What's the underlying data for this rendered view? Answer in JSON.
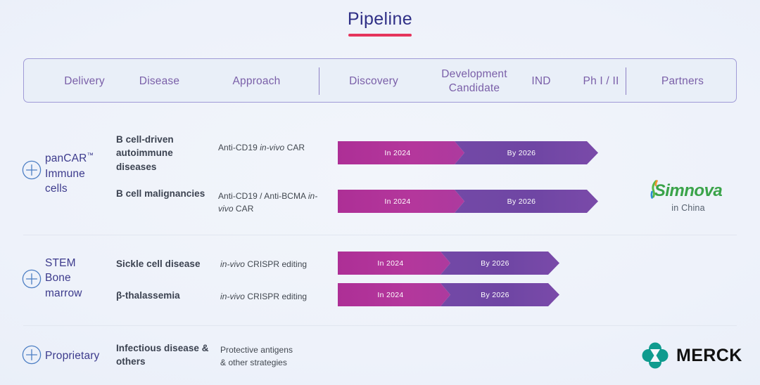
{
  "page": {
    "title": "Pipeline",
    "background_color": "#eef2fa",
    "title_color": "#2f2f86",
    "title_underline_color": "#e5355c"
  },
  "header": {
    "border_color": "#9f9ad6",
    "text_color": "#7a5fa8",
    "columns": [
      {
        "label": "Delivery"
      },
      {
        "label": "Disease"
      },
      {
        "label": "Approach"
      },
      {
        "label": "Discovery"
      },
      {
        "label_line1": "Development",
        "label_line2": "Candidate"
      },
      {
        "label": "IND"
      },
      {
        "label": "Ph I / II"
      },
      {
        "label": "Partners"
      }
    ]
  },
  "legend": {
    "stage_1": "In 2024",
    "stage_2": "By 2026",
    "stage_1_color": "#b0359a",
    "stage_2_color": "#7349a6"
  },
  "sections": [
    {
      "delivery": {
        "icon": "plus-circle-icon",
        "line1": "panCAR",
        "trademark": "™",
        "line2": "Immune",
        "line3": "cells"
      },
      "rows": [
        {
          "disease": "B cell-driven autoimmune diseases",
          "approach_pre": "Anti-CD19 ",
          "approach_italic": "in-vivo",
          "approach_post": " CAR",
          "bar": {
            "stage_1": "In 2024",
            "stage_2": "By 2026"
          }
        },
        {
          "disease": "B cell malignancies",
          "approach_pre": "Anti-CD19 / Anti-BCMA ",
          "approach_italic": "in-vivo",
          "approach_post": " CAR",
          "bar": {
            "stage_1": "In 2024",
            "stage_2": "By 2026"
          }
        }
      ],
      "partner": {
        "name": "Simnova",
        "sub": "in China"
      }
    },
    {
      "delivery": {
        "icon": "plus-circle-icon",
        "line1": "STEM",
        "line2": "Bone",
        "line3": "marrow"
      },
      "rows": [
        {
          "disease": "Sickle cell disease",
          "approach_pre": "",
          "approach_italic": "in-vivo",
          "approach_post": " CRISPR editing",
          "bar": {
            "stage_1": "In 2024",
            "stage_2": "By 2026"
          }
        },
        {
          "disease": "β-thalassemia",
          "approach_pre": "",
          "approach_italic": "in-vivo",
          "approach_post": " CRISPR editing",
          "bar": {
            "stage_1": "In 2024",
            "stage_2": "By 2026"
          }
        }
      ],
      "partner": null
    },
    {
      "delivery": {
        "icon": "plus-circle-icon",
        "line1": "Proprietary"
      },
      "rows": [
        {
          "disease": "Infectious disease & others",
          "approach_line1": "Protective antigens",
          "approach_line2": "& other strategies"
        }
      ],
      "partner": {
        "name": "MERCK"
      }
    }
  ]
}
